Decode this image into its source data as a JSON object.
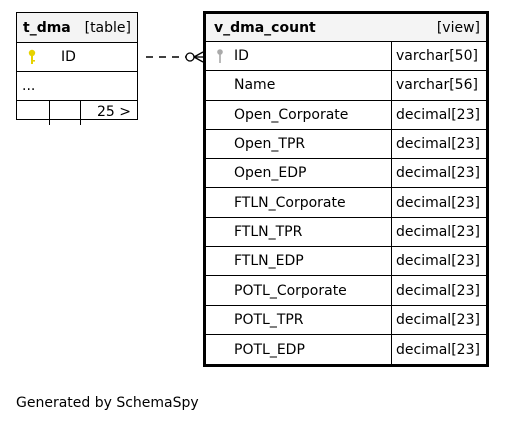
{
  "table": {
    "name": "t_dma",
    "type": "[table]",
    "key_column": "ID",
    "ellipsis": "...",
    "related_count": "25 >"
  },
  "view": {
    "name": "v_dma_count",
    "type": "[view]",
    "columns": [
      {
        "name": "ID",
        "type": "varchar[50]"
      },
      {
        "name": "Name",
        "type": "varchar[56]"
      },
      {
        "name": "Open_Corporate",
        "type": "decimal[23]"
      },
      {
        "name": "Open_TPR",
        "type": "decimal[23]"
      },
      {
        "name": "Open_EDP",
        "type": "decimal[23]"
      },
      {
        "name": "FTLN_Corporate",
        "type": "decimal[23]"
      },
      {
        "name": "FTLN_TPR",
        "type": "decimal[23]"
      },
      {
        "name": "FTLN_EDP",
        "type": "decimal[23]"
      },
      {
        "name": "POTL_Corporate",
        "type": "decimal[23]"
      },
      {
        "name": "POTL_TPR",
        "type": "decimal[23]"
      },
      {
        "name": "POTL_EDP",
        "type": "decimal[23]"
      }
    ]
  },
  "footer": "Generated by SchemaSpy",
  "colors": {
    "header_bg": "#f4f4f4",
    "key_primary": "#e6d200",
    "key_foreign": "#aaaaaa"
  }
}
